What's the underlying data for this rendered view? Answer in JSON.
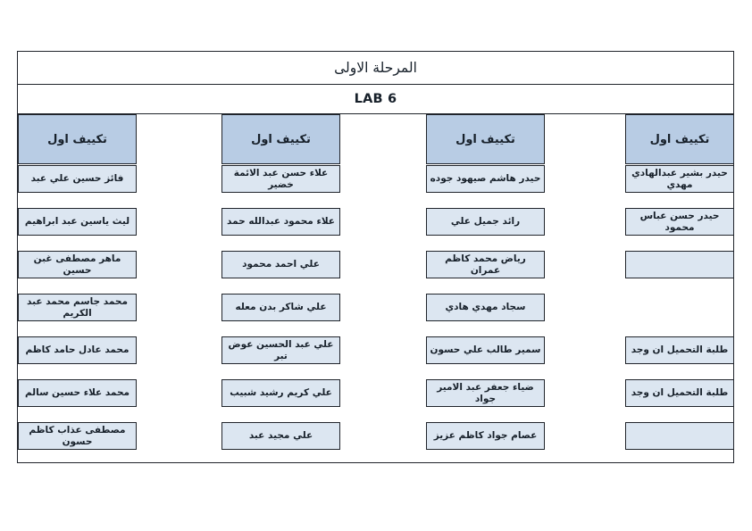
{
  "document": {
    "title": "المرحلة الاولى",
    "lab": "LAB 6",
    "colors": {
      "header_fill": "#b8cce4",
      "cell_fill": "#dce6f1",
      "border": "#20242b",
      "page_background": "#ffffff"
    }
  },
  "columns": [
    {
      "header": "تكييف اول",
      "cells": [
        "فائز حسين علي عبد",
        "ليث ياسين عبد ابراهيم",
        "ماهر مصطفى غبن حسين",
        "محمد جاسم محمد عبد الكريم",
        "محمد عادل حامد كاظم",
        "محمد علاء حسين سالم",
        "مصطفى عذاب كاظم حسون"
      ],
      "cell_states": [
        "filled",
        "filled",
        "filled",
        "filled",
        "filled",
        "filled",
        "filled"
      ]
    },
    {
      "header": "تكييف اول",
      "cells": [
        "علاء حسن عبد الائمة خضير",
        "علاء محمود عبدالله حمد",
        "علي احمد محمود",
        "علي شاكر بدن معله",
        "علي عبد الحسين عوض تبر",
        "علي كريم رشيد شبيب",
        "علي مجيد عبد"
      ],
      "cell_states": [
        "filled",
        "filled",
        "filled",
        "filled",
        "filled",
        "filled",
        "filled"
      ]
    },
    {
      "header": "تكييف اول",
      "cells": [
        "حيدر هاشم صيهود جوده",
        "رائد جميل علي",
        "رياض محمد كاظم عمران",
        "سجاد مهدي هادي",
        "سمير طالب علي حسون",
        "ضياء جعفر عبد الامير جواد",
        "عصام جواد كاظم عزيز"
      ],
      "cell_states": [
        "filled",
        "filled",
        "filled",
        "filled",
        "filled",
        "filled",
        "filled"
      ]
    },
    {
      "header": "تكييف اول",
      "cells": [
        "حيدر بشير عبدالهادي مهدي",
        "حيدر حسن عباس محمود",
        "",
        "",
        "طلبة التحميل ان وجد",
        "طلبة التحميل ان وجد",
        ""
      ],
      "cell_states": [
        "filled",
        "filled",
        "empty-box",
        "none",
        "filled",
        "filled",
        "empty-box"
      ]
    }
  ]
}
